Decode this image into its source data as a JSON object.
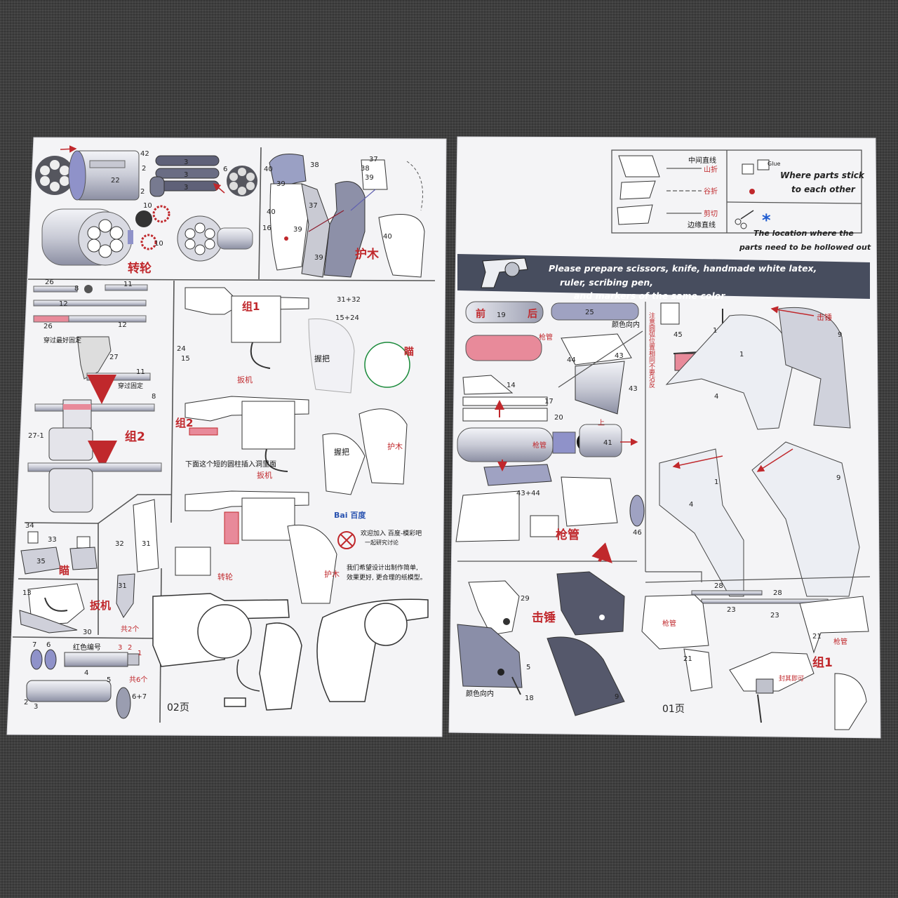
{
  "sheet_left": {
    "page_no": "02页",
    "cylinder": {
      "title": "转轮",
      "parts": [
        "42",
        "2",
        "22",
        "3",
        "3",
        "3",
        "6",
        "2",
        "10",
        "10"
      ]
    },
    "grip_panel": {
      "title": "护木",
      "parts": [
        "38",
        "39",
        "40",
        "37",
        "39",
        "40",
        "38",
        "37",
        "16",
        "39",
        "39",
        "40"
      ]
    },
    "group2": {
      "title": "组2",
      "parts": [
        "26",
        "8",
        "11",
        "12",
        "26",
        "12",
        "27",
        "11",
        "8",
        "27-1"
      ],
      "notes": [
        "穿过最好固定",
        "穿过固定"
      ]
    },
    "assembly_labels": [
      "组1",
      "31+32",
      "15+24",
      "24",
      "15",
      "扳机",
      "握把",
      "瞄",
      "组2",
      "护木",
      "握把",
      "扳机",
      "下面这个短的圆柱插入洞里面",
      "转轮",
      "护木"
    ],
    "sight": {
      "title": "瞄",
      "parts": [
        "34",
        "33",
        "35"
      ]
    },
    "trigger": {
      "title": "扳机",
      "parts": [
        "13",
        "30"
      ]
    },
    "sight_blade": {
      "parts": [
        "32",
        "31",
        "31"
      ],
      "note": "共2个"
    },
    "rounds": {
      "note_top": "红色编号",
      "note_count": "共6个",
      "parts": [
        "7",
        "6",
        "3",
        "2",
        "1",
        "4",
        "5",
        "2",
        "3",
        "6+7"
      ]
    },
    "watermark": {
      "brand": "Bai 百度",
      "lines": [
        "欢迎加入 百度-模彩吧",
        "一起研究讨论",
        "我们希望设计出制作简单,",
        "效果更好, 更合理的纸模型。"
      ]
    }
  },
  "sheet_right": {
    "page_no": "01页",
    "legend": {
      "mountain_fold": "山折",
      "center_line": "中间直线",
      "valley_fold": "谷折",
      "cut": "剪切",
      "edge_line": "边缘直线",
      "glue_word": "Glue",
      "stick_note": "Where parts stick to each other",
      "hollow_note": "The location where the parts need to be hollowed out"
    },
    "banner": "Please prepare scissors, knife, handmade white latex, ruler, scribing pen, and markers of the same color",
    "barrel": {
      "title": "枪管",
      "front": "前",
      "back": "后",
      "color_in": "颜色向内",
      "inner_label": "枪管",
      "up": "上",
      "parts": [
        "19",
        "25",
        "44",
        "43",
        "43",
        "14",
        "17",
        "20",
        "41",
        "43+44",
        "46"
      ]
    },
    "frame": {
      "side_note": "注意圆弧位置相同不要沾反",
      "parts": [
        "45",
        "1",
        "1",
        "4",
        "9",
        "1",
        "4",
        "9"
      ],
      "label": "击锤"
    },
    "hammer": {
      "title": "击锤",
      "color_in": "颜色向内",
      "parts": [
        "29",
        "5",
        "18",
        "9"
      ]
    },
    "group1": {
      "title": "组1",
      "labels": [
        "枪管",
        "枪管",
        "封其即可"
      ],
      "parts": [
        "28",
        "23",
        "23",
        "28",
        "21",
        "21"
      ]
    }
  }
}
